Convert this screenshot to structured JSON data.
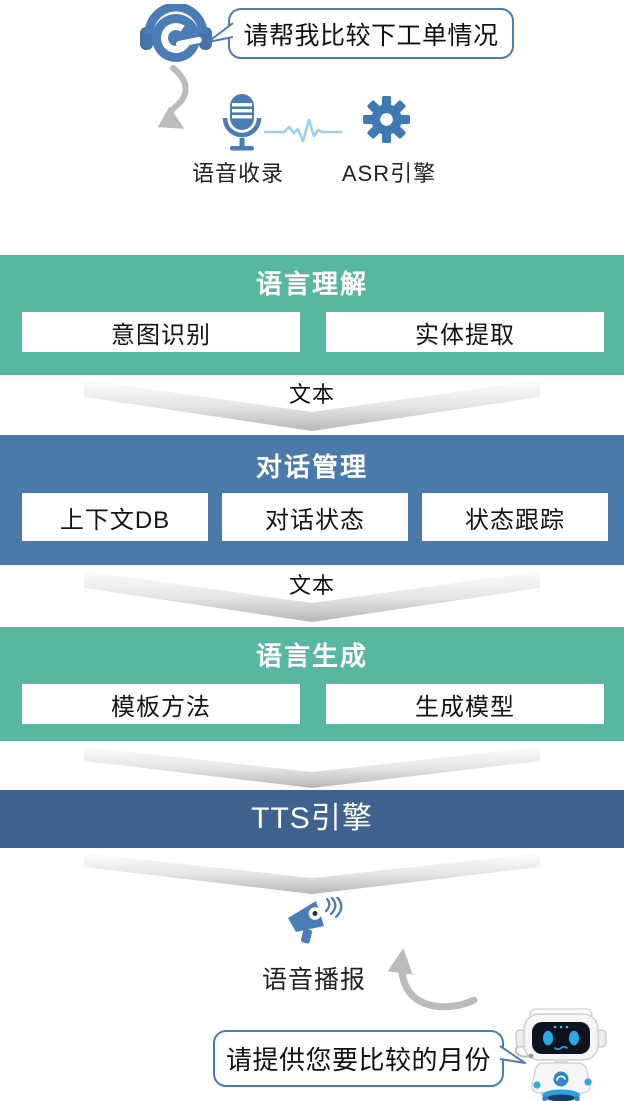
{
  "user_bubble": {
    "text": "请帮我比较下工单情况"
  },
  "input_stage": {
    "voice_capture_label": "语音收录",
    "asr_engine_label": "ASR引擎"
  },
  "blocks": [
    {
      "title": "语言理解",
      "bg": "#57b7a1",
      "boxes": [
        "意图识别",
        "实体提取"
      ]
    },
    {
      "title": "对话管理",
      "bg": "#4a7aa9",
      "boxes": [
        "上下文DB",
        "对话状态",
        "状态跟踪"
      ]
    },
    {
      "title": "语言生成",
      "bg": "#57b7a1",
      "boxes": [
        "模板方法",
        "生成模型"
      ]
    },
    {
      "title": "TTS引擎",
      "bg": "#3f628f",
      "boxes": []
    }
  ],
  "flow_labels": [
    "文本",
    "文本"
  ],
  "output_stage": {
    "broadcast_label": "语音播报"
  },
  "bot_bubble": {
    "text": "请提供您要比较的月份"
  },
  "icons": [
    "agent-headset-icon",
    "microphone-icon",
    "waveform-icon",
    "gear-icon",
    "megaphone-icon",
    "robot-icon",
    "flow-arrow-down-icon",
    "flow-arrow-up-icon",
    "chevron-down-arrow"
  ],
  "colors": {
    "green_block": "#57b7a1",
    "blue_block": "#4a7aa9",
    "navy_block": "#3f628f",
    "icon_blue": "#4a7db5",
    "wave_blue": "#9fd0ee",
    "arrow_gray": "#bcbcbc",
    "bubble_border": "#4a7db5"
  }
}
